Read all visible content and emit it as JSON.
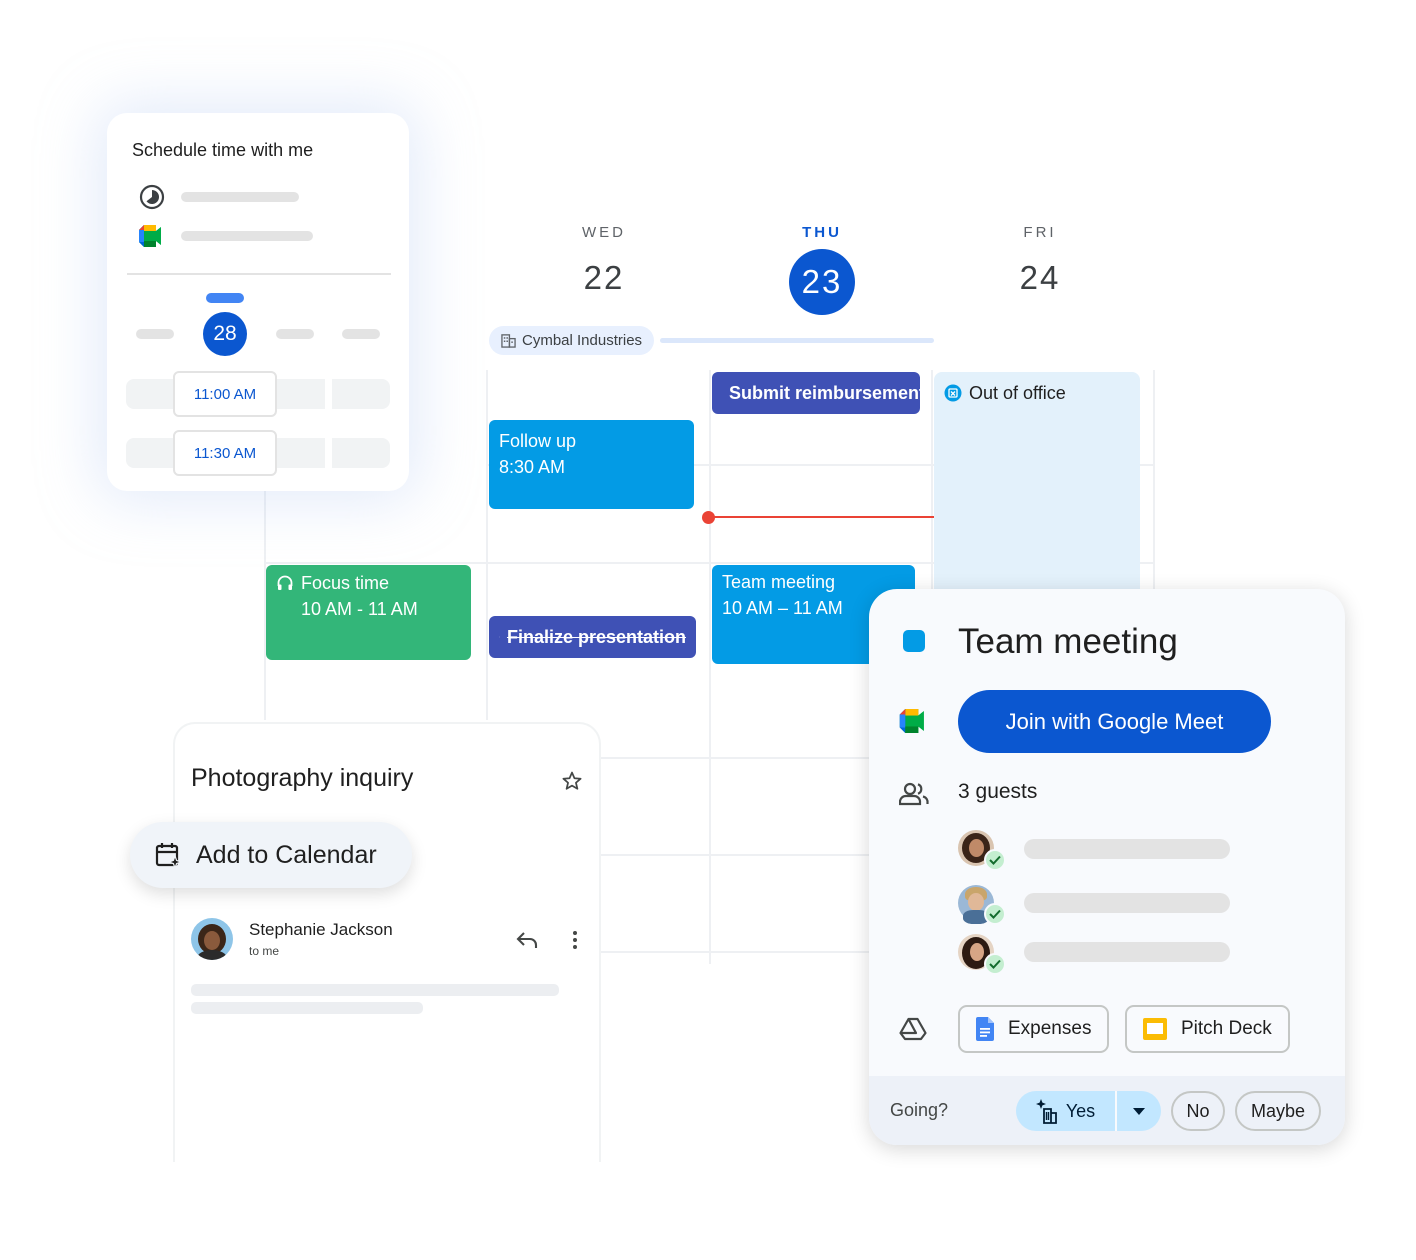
{
  "calendar": {
    "days": [
      {
        "name": "WED",
        "number": "22"
      },
      {
        "name": "THU",
        "number": "23"
      },
      {
        "name": "FRI",
        "number": "24"
      }
    ],
    "all_day_event": "Cymbal Industries",
    "events": {
      "submit": "Submit reimbursement",
      "out_of_office": "Out of office",
      "follow_up_title": "Follow up",
      "follow_up_time": "8:30 AM",
      "focus_title": "Focus time",
      "focus_time": "10 AM - 11 AM",
      "finalize": "Finalize presentation",
      "team_title": "Team meeting",
      "team_time": "10 AM – 11 AM"
    }
  },
  "schedule_card": {
    "title": "Schedule time with me",
    "selected_date": "28",
    "slots": [
      "11:00 AM",
      "11:30 AM"
    ]
  },
  "email_card": {
    "subject": "Photography inquiry",
    "add_to_calendar": "Add to Calendar",
    "sender": "Stephanie Jackson",
    "recipient": "to me"
  },
  "detail_card": {
    "title": "Team meeting",
    "join_label": "Join with Google Meet",
    "guests_label": "3 guests",
    "attachments": [
      "Expenses",
      "Pitch Deck"
    ],
    "going_label": "Going?",
    "rsvp": {
      "yes": "Yes",
      "no": "No",
      "maybe": "Maybe"
    }
  },
  "colors": {
    "accent": "#0b57d0",
    "event_blue": "#039be5",
    "event_indigo": "#3f51b5",
    "event_green": "#33b679",
    "now_line": "#ea4335"
  },
  "icons": [
    "theme-icon",
    "google-meet-icon",
    "building-icon",
    "task-check-icon",
    "out-of-office-icon",
    "headphones-icon",
    "star-icon",
    "calendar-add-icon",
    "reply-icon",
    "more-vert-icon",
    "people-icon",
    "google-drive-icon",
    "docs-icon",
    "slides-icon",
    "spark-icon",
    "dropdown-icon"
  ]
}
